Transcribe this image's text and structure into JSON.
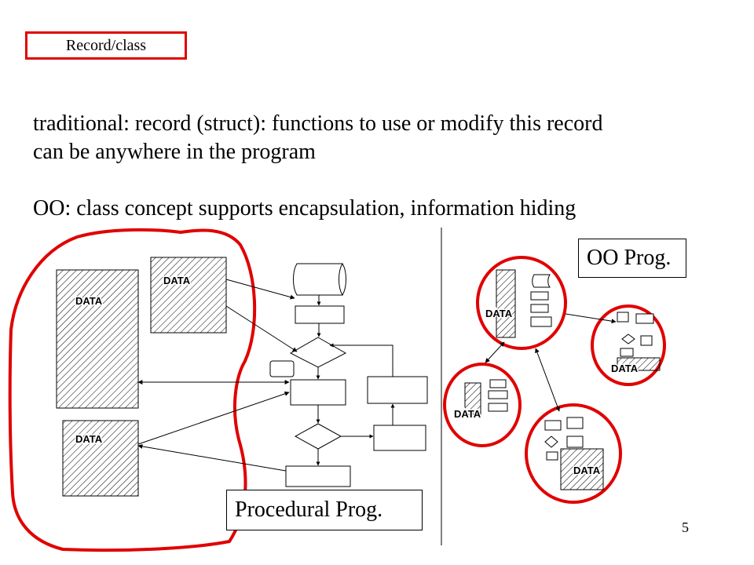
{
  "title": "Record/class",
  "body": {
    "line1": "traditional:  record (struct):  functions to use or modify this record",
    "line2": "can be anywhere in the program",
    "line3": "OO:  class concept supports encapsulation, information hiding"
  },
  "procedural": {
    "label": "Procedural Prog.",
    "data_labels": [
      "DATA",
      "DATA",
      "DATA"
    ]
  },
  "oo": {
    "label": "OO Prog.",
    "data_labels": [
      "DATA",
      "DATA",
      "DATA",
      "DATA"
    ]
  },
  "page_number": "5",
  "colors": {
    "accent": "#e00000",
    "line": "#000000"
  }
}
